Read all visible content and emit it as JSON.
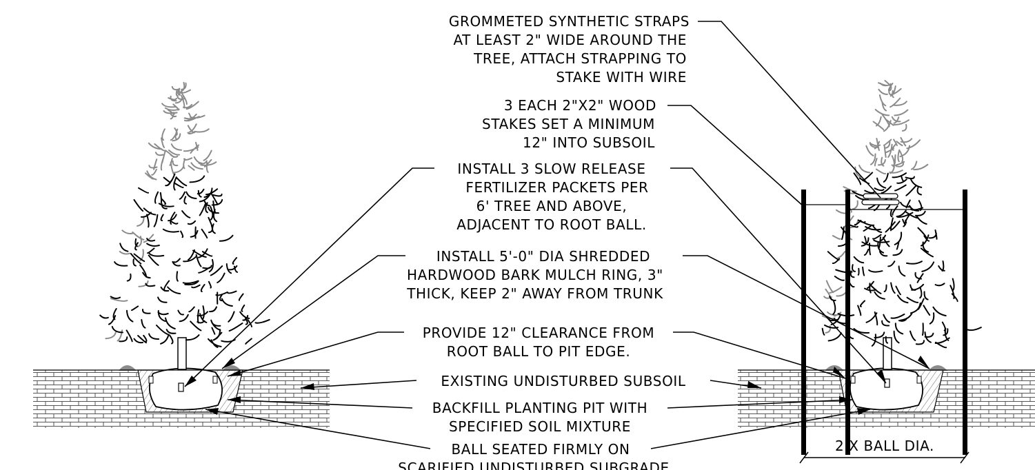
{
  "diagram": {
    "notes": [
      {
        "id": "straps",
        "lines": [
          "GROMMETED SYNTHETIC STRAPS",
          "AT LEAST 2\" WIDE AROUND THE",
          "TREE, ATTACH STRAPPING TO",
          "STAKE WITH WIRE"
        ]
      },
      {
        "id": "stakes",
        "lines": [
          "3 EACH 2\"X2\" WOOD",
          "STAKES SET A MINIMUM",
          "12\" INTO SUBSOIL"
        ]
      },
      {
        "id": "fertilizer",
        "lines": [
          "INSTALL 3 SLOW RELEASE",
          "FERTILIZER PACKETS PER",
          "6' TREE AND ABOVE,",
          "ADJACENT TO ROOT BALL."
        ]
      },
      {
        "id": "mulch",
        "lines": [
          "INSTALL 5'-0\" DIA SHREDDED",
          "HARDWOOD BARK MULCH RING, 3\"",
          "THICK, KEEP 2\" AWAY FROM TRUNK"
        ]
      },
      {
        "id": "clearance",
        "lines": [
          "PROVIDE 12\" CLEARANCE FROM",
          "ROOT BALL TO PIT EDGE."
        ]
      },
      {
        "id": "subsoil",
        "lines": [
          "EXISTING UNDISTURBED SUBSOIL"
        ]
      },
      {
        "id": "backfill",
        "lines": [
          "BACKFILL PLANTING PIT WITH",
          "SPECIFIED SOIL MIXTURE"
        ]
      },
      {
        "id": "ball",
        "lines": [
          "BALL SEATED FIRMLY ON",
          "SCARIFIED UNDISTURBED SUBGRADE"
        ]
      }
    ],
    "dimension_label": "2 X BALL DIA."
  }
}
